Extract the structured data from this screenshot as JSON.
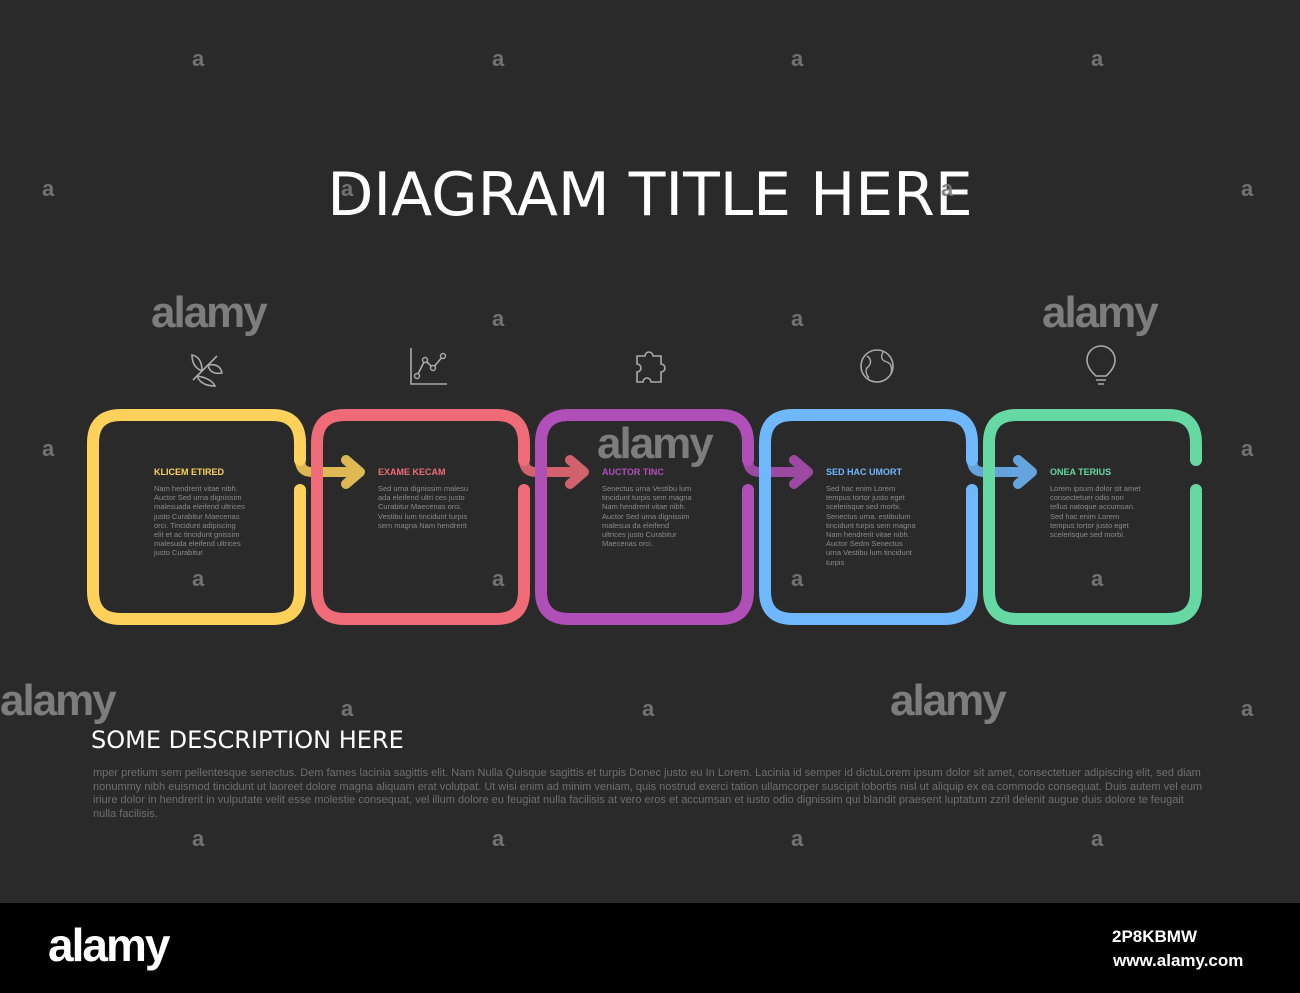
{
  "title": "DIAGRAM TITLE HERE",
  "steps": [
    {
      "label": "KLICEM ETIRED",
      "color": "#fdd15a",
      "icon": "sprout-icon",
      "body": "Nam hendrerit vitae nibh. Auctor Sed urna dignissim malesuada eleifend ultrices justo Curabitur Maecenas orci. Tincidunt adipiscing elit et ac tincidunt gnissim malesuda eleifend ultrices justo Curabitur"
    },
    {
      "label": "EXAME KECAM",
      "color": "#ef6b78",
      "icon": "line-chart-icon",
      "body": "Sed urna dignissim malesu ada eleifend ultri ces justo Curabitur Maecenas orci. Vestibu lum tincidunt turpis sem magna Nam hendrerit"
    },
    {
      "label": "AUCTOR TINC",
      "color": "#b04fb8",
      "icon": "puzzle-icon",
      "body": "Senectus urna Vestibu lum tincidunt turpis sem magna Nam hendrerit vitae nibh. Auctor Sed urna dignissim malesua da eleifend ultrices justo Curabitur Maecenas orci."
    },
    {
      "label": "SED HAC UMORT",
      "color": "#70b8fd",
      "icon": "globe-icon",
      "body": "Sed hac enim Lorem tempus tortor justo eget scelerisque sed morbi. Senectus urna. estibulum tincidunt turpis sem magna Nam hendrerit vitae nibh. Auctor Sedm Senectus urna Vestibu lum tincidunt turpis"
    },
    {
      "label": "ONEA TERIUS",
      "color": "#66d8a4",
      "icon": "lightbulb-icon",
      "body": "Lorem ipsum dolor sit amet consectetuer odio non tellus natoque accumsan. Sed hac enim Lorem tempus tortor justo eget scelerisque sed morbi."
    }
  ],
  "description": {
    "title": "SOME DESCRIPTION HERE",
    "body": "mper pretium sem pellentesque senectus. Dem fames lacinia sagittis elit. Nam Nulla Quisque sagittis et turpis Donec justo eu In Lorem. Lacinia id semper id dictuLorem ipsum dolor sit amet, consectetuer adipiscing elit, sed diam nonummy nibh euismod tincidunt ut laoreet dolore magna aliquam erat volutpat. Ut wisi enim ad minim veniam, quis nostrud exerci tation ullamcorper suscipit lobortis nisl ut aliquip ex ea commodo consequat. Duis autem vel eum iriure dolor in hendrerit in vulputate velit esse molestie consequat, vel illum dolore eu feugiat nulla facilisis at vero eros et accumsan et iusto odio dignissim qui blandit praesent luptatum zzril delenit augue duis dolore te feugait nulla facilisis."
  },
  "watermark": {
    "mark": "a",
    "word": "alamy"
  },
  "footer": {
    "logo": "alamy",
    "image_id": "2P8KBMW",
    "url": "www.alamy.com"
  },
  "colors": {
    "background": "#2a2a2a",
    "footer": "#000000"
  }
}
